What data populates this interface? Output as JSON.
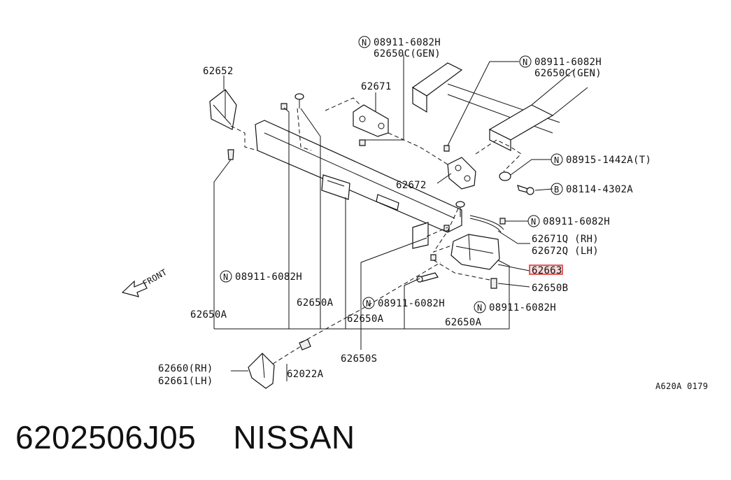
{
  "labels": {
    "p62652": "62652",
    "p62650c_top_n": "08911-6082H",
    "p62650c_top": "62650C(GEN)",
    "p62671": "62671",
    "p62650c_right_n": "08911-6082H",
    "p62650c_right": "62650C(GEN)",
    "p08915": "08915-1442A(T)",
    "p62672": "62672",
    "p08114": "08114-4302A",
    "p08911_r": "08911-6082H",
    "p62671q": "62671Q (RH)",
    "p62672q": "62672Q (LH)",
    "p62663": "62663",
    "p62650b": "62650B",
    "p08911_left": "08911-6082H",
    "p62650a_left": "62650A",
    "p62650a_mid1": "62650A",
    "p08911_mid": "08911-6082H",
    "p62650a_mid2": "62650A",
    "p08911_mid2": "08911-6082H",
    "p62650a_right": "62650A",
    "p62650s": "62650S",
    "p62660": "62660(RH)",
    "p62661": "62661(LH)",
    "p62022a": "62022A",
    "front": "FRONT",
    "ref": "A620A 0179"
  },
  "markers": {
    "n": "N",
    "b": "B"
  },
  "highlight_color": "#e0312d",
  "caption": "6202506J05    NISSAN"
}
